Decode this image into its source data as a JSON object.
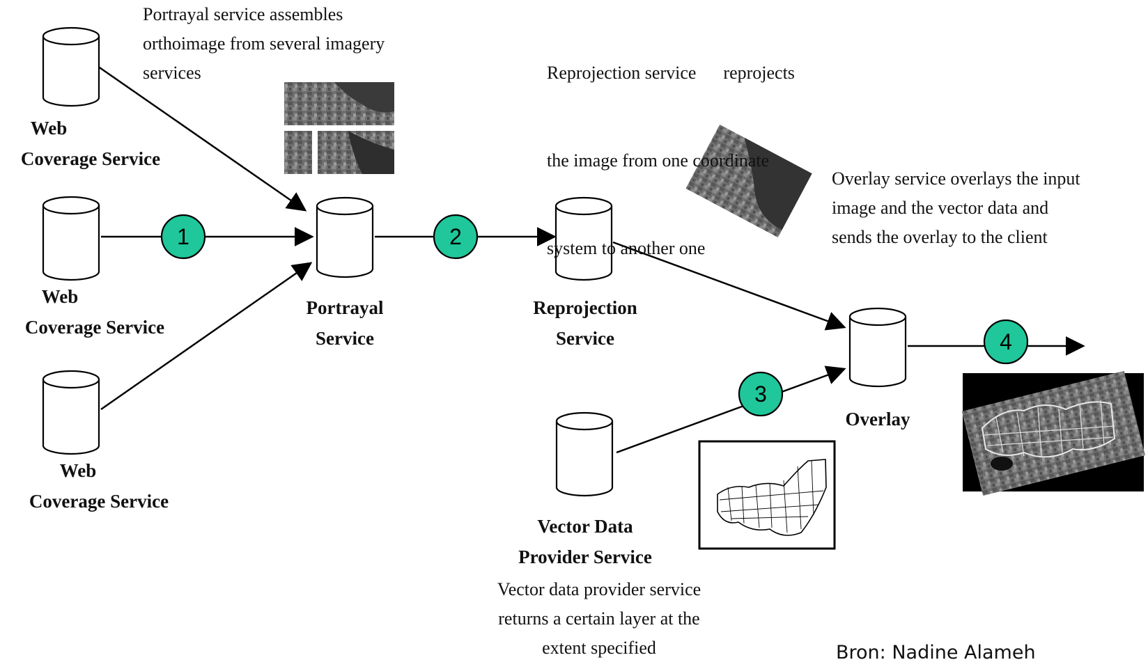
{
  "nodes": {
    "wcs1": [
      "Web",
      "Coverage Service"
    ],
    "wcs2": [
      "Web",
      "Coverage Service"
    ],
    "wcs3": [
      "Web",
      "Coverage Service"
    ],
    "portrayal": [
      "Portrayal",
      "Service"
    ],
    "reprojection": [
      "Reprojection",
      "Service"
    ],
    "overlay": [
      "Overlay"
    ],
    "vector": [
      "Vector Data",
      "Provider Service"
    ]
  },
  "descriptions": {
    "portrayal": [
      "Portrayal service assembles",
      "orthoimage from several imagery",
      "services"
    ],
    "reprojection": [
      "Reprojection service      reprojects",
      "the image from one coordinate",
      "system to another one"
    ],
    "overlay": [
      "Overlay service overlays the input",
      "image and the vector data and",
      "sends the overlay to the client"
    ],
    "vector": [
      "Vector data provider service",
      "returns a certain layer at the",
      "extent specified"
    ]
  },
  "steps": [
    "1",
    "2",
    "3",
    "4"
  ],
  "source": "Bron: Nadine Alameh",
  "colors": {
    "step_fill": "#1fc79a",
    "stroke": "#000000"
  }
}
